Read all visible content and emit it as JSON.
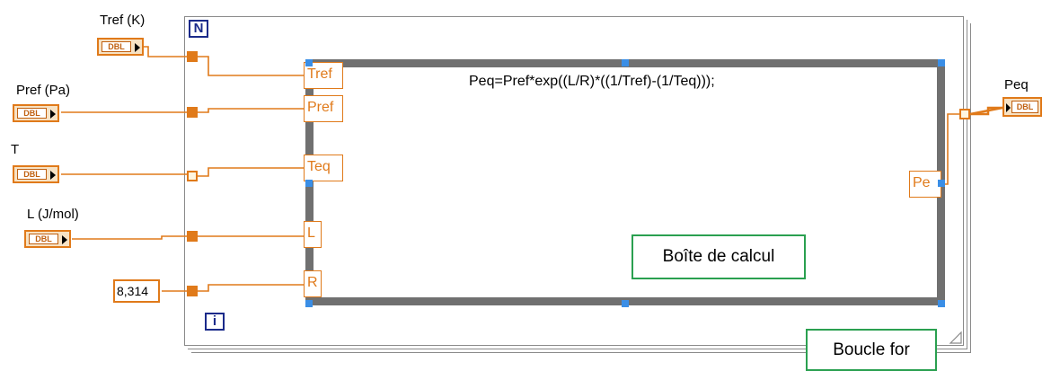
{
  "controls": [
    {
      "id": "tref",
      "label": "Tref (K)",
      "type_tag": "DBL"
    },
    {
      "id": "pref",
      "label": "Pref (Pa)",
      "type_tag": "DBL"
    },
    {
      "id": "t",
      "label": "T",
      "type_tag": "DBL"
    },
    {
      "id": "l",
      "label": "L (J/mol)",
      "type_tag": "DBL"
    }
  ],
  "constant": {
    "value": "8,314"
  },
  "loop": {
    "count_terminal": "N",
    "iteration_terminal": "i"
  },
  "formula_node": {
    "expression": "Peq=Pref*exp((L/R)*((1/Tref)-(1/Teq)));",
    "inputs": [
      "Tref",
      "Pref",
      "Teq",
      "L",
      "R"
    ],
    "output": "Pe"
  },
  "indicator": {
    "label": "Peq",
    "type_tag": "DBL"
  },
  "annotations": {
    "formula_box": "Boîte de calcul",
    "for_loop": "Boucle for"
  },
  "colors": {
    "wire": "#e07a1a",
    "loop_terminal": "#1a2a8a",
    "handle": "#3a8ee6",
    "annotation_border": "#2aa050",
    "formula_border": "#707070"
  }
}
